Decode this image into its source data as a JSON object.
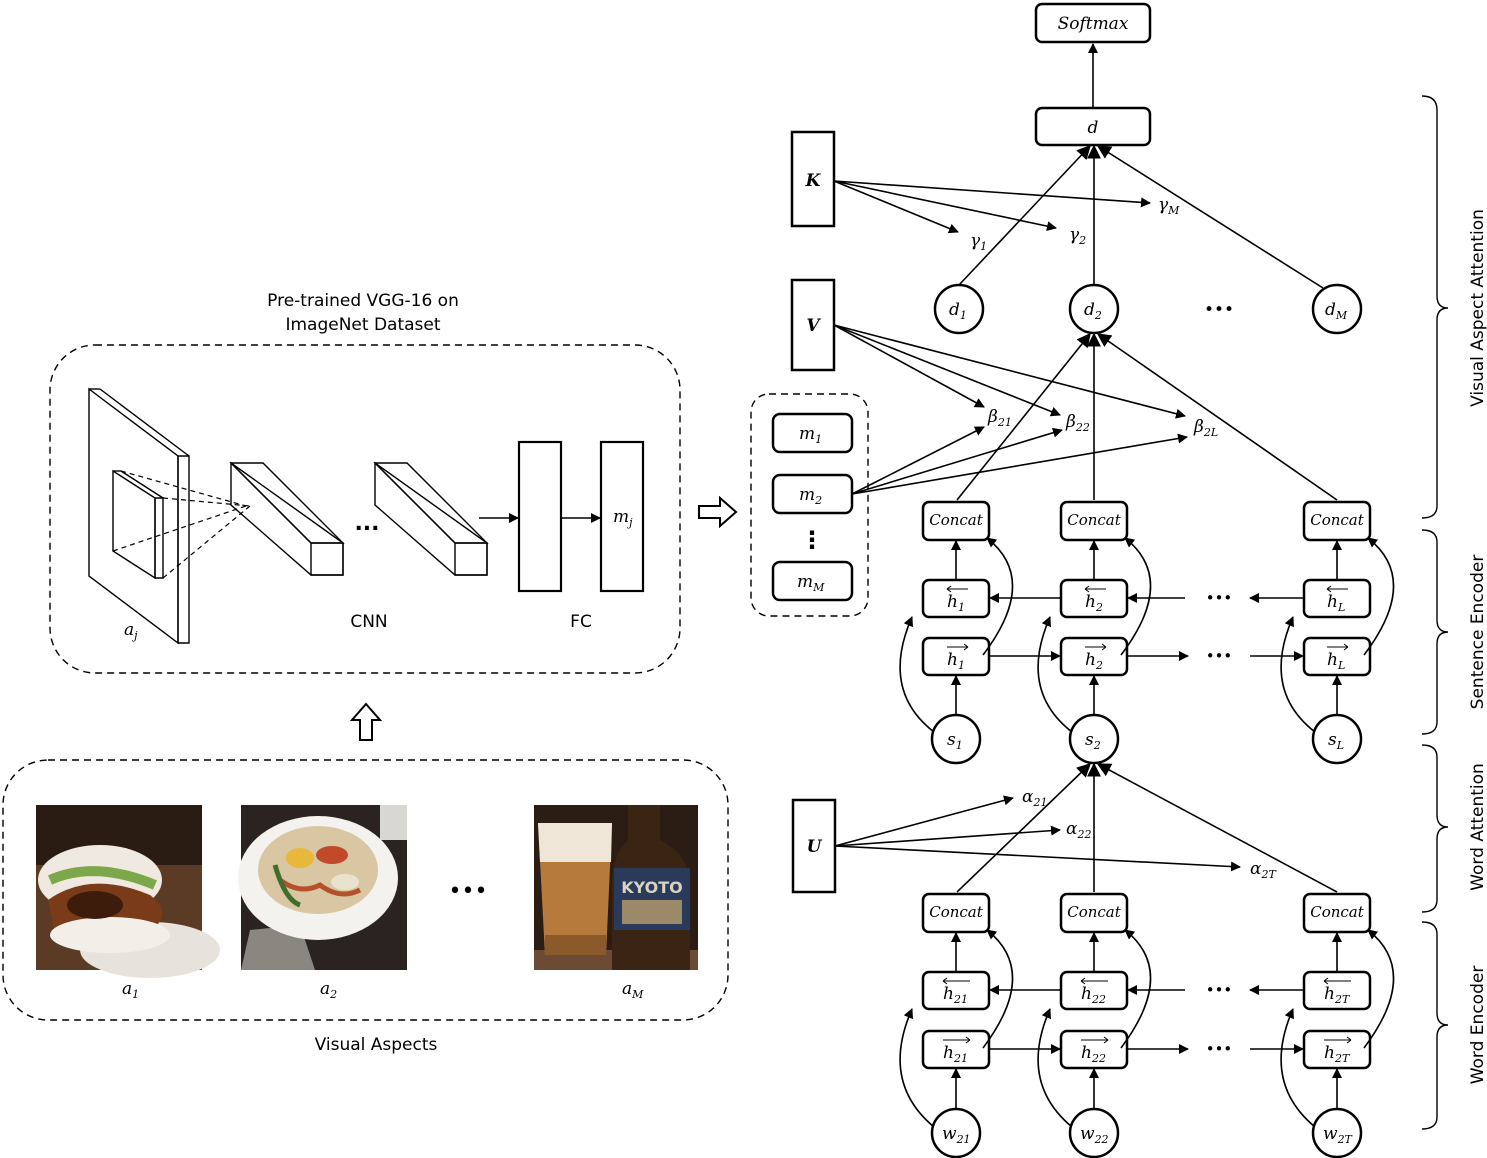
{
  "vgg": {
    "title_line1": "Pre-trained VGG-16 on",
    "title_line2": "ImageNet Dataset",
    "cnn_label": "CNN",
    "fc_label": "FC",
    "aj_label": "a",
    "aj_sub": "j",
    "mj_label": "m",
    "mj_sub": "j",
    "dots": "..."
  },
  "visual_aspects": {
    "caption": "Visual Aspects",
    "items": [
      {
        "label": "a",
        "sub": "1",
        "photo": "bao-bun-photo"
      },
      {
        "label": "a",
        "sub": "2",
        "photo": "ramen-bowl-photo"
      },
      {
        "label": "a",
        "sub": "M",
        "photo": "beer-bottle-photo"
      }
    ],
    "bottle_text": "KYOTO",
    "dots": "•••"
  },
  "memory": {
    "items": [
      {
        "label": "m",
        "sub": "1"
      },
      {
        "label": "m",
        "sub": "2"
      },
      {
        "label": "m",
        "sub": "M"
      }
    ],
    "vdots": "⋮"
  },
  "params": {
    "K": "K",
    "V": "V",
    "U": "U"
  },
  "top": {
    "softmax": "Softmax",
    "d": "d"
  },
  "gammas": [
    {
      "label": "γ",
      "sub": "1"
    },
    {
      "label": "γ",
      "sub": "2"
    },
    {
      "label": "γ",
      "sub": "M"
    }
  ],
  "doc_nodes": [
    {
      "label": "d",
      "sub": "1"
    },
    {
      "label": "d",
      "sub": "2"
    },
    {
      "label": "d",
      "sub": "M"
    }
  ],
  "betas": [
    {
      "label": "β",
      "sub": "21"
    },
    {
      "label": "β",
      "sub": "22"
    },
    {
      "label": "β",
      "sub": "2L"
    }
  ],
  "concat_label": "Concat",
  "sentence_hidden": [
    {
      "label": "h",
      "sub": "1"
    },
    {
      "label": "h",
      "sub": "2"
    },
    {
      "label": "h",
      "sub": "L"
    }
  ],
  "sentence_nodes": [
    {
      "label": "s",
      "sub": "1"
    },
    {
      "label": "s",
      "sub": "2"
    },
    {
      "label": "s",
      "sub": "L"
    }
  ],
  "alphas": [
    {
      "label": "α",
      "sub": "21"
    },
    {
      "label": "α",
      "sub": "22"
    },
    {
      "label": "α",
      "sub": "2T"
    }
  ],
  "word_hidden": [
    {
      "label": "h",
      "sub": "21"
    },
    {
      "label": "h",
      "sub": "22"
    },
    {
      "label": "h",
      "sub": "2T"
    }
  ],
  "word_nodes": [
    {
      "label": "w",
      "sub": "21"
    },
    {
      "label": "w",
      "sub": "22"
    },
    {
      "label": "w",
      "sub": "2T"
    }
  ],
  "ellipsis": "•••",
  "sections": {
    "visual_aspect_attention": "Visual Aspect Attention",
    "sentence_encoder": "Sentence Encoder",
    "word_attention": "Word Attention",
    "word_encoder": "Word Encoder"
  }
}
